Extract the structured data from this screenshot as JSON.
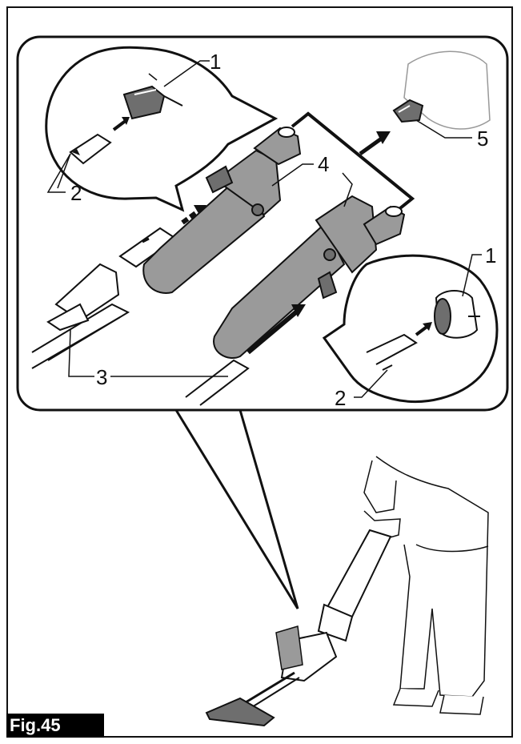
{
  "figure": {
    "label": "Fig.45",
    "callouts": [
      "1",
      "2",
      "3",
      "4",
      "5",
      "1",
      "2"
    ]
  },
  "parts": {
    "part1": "latch-button-icon",
    "part2": "pipe-tab-icon",
    "part3": "extension-pipe-icon",
    "part4": "cyclone-attachment-icon",
    "part5": "cleaner-nozzle-icon"
  },
  "colors": {
    "line": "#111111",
    "part_fill": "#9a9a9a",
    "part_fill_dark": "#6e6e6e",
    "background": "#ffffff",
    "label_bg": "#000000",
    "label_text": "#ffffff"
  }
}
